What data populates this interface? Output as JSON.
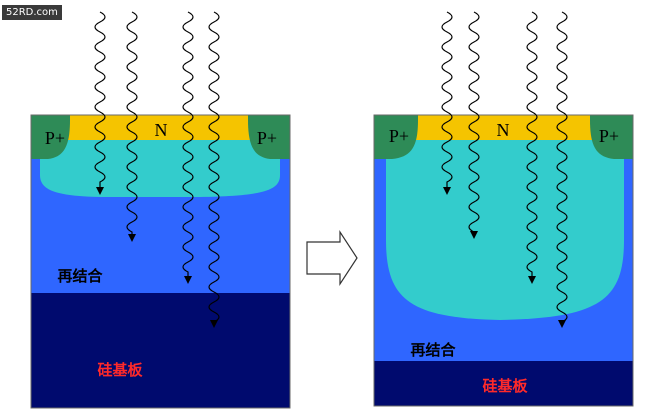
{
  "watermark": "52RD.com",
  "left_panel": {
    "p_plus_left": "P+",
    "n_label": "N",
    "p_plus_right": "P+",
    "recombination_label": "再结合",
    "substrate_label": "硅基板"
  },
  "right_panel": {
    "p_plus_left": "P+",
    "n_label": "N",
    "p_plus_right": "P+",
    "recombination_label": "再结合",
    "substrate_label": "硅基板"
  },
  "colors": {
    "n_layer": "#f5c400",
    "p_plus": "#2e8b57",
    "depletion": "#33cccc",
    "recombination": "#2f66ff",
    "substrate": "#000a6e",
    "substrate_text": "#ff2a2a",
    "recomb_text": "#000000",
    "photon": "#000000"
  }
}
